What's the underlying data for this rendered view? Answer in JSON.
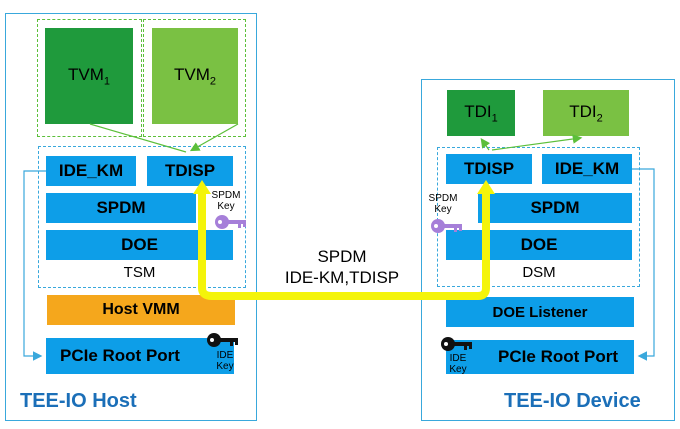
{
  "host": {
    "title": "TEE-IO Host",
    "tvm1": {
      "base": "TVM",
      "sub": "1"
    },
    "tvm2": {
      "base": "TVM",
      "sub": "2"
    },
    "ide_km": "IDE_KM",
    "tdisp": "TDISP",
    "spdm": "SPDM",
    "doe": "DOE",
    "tsm": "TSM",
    "spdm_key": [
      "SPDM",
      "Key"
    ],
    "host_vmm": "Host VMM",
    "root_port": "PCIe Root Port",
    "ide_key": [
      "IDE",
      "Key"
    ]
  },
  "device": {
    "title": "TEE-IO Device",
    "tdi1": {
      "base": "TDI",
      "sub": "1"
    },
    "tdi2": {
      "base": "TDI",
      "sub": "2"
    },
    "tdisp": "TDISP",
    "ide_km": "IDE_KM",
    "spdm": "SPDM",
    "doe": "DOE",
    "dsm": "DSM",
    "spdm_key": [
      "SPDM",
      "Key"
    ],
    "doe_listener": "DOE Listener",
    "root_port": "PCIe Root Port",
    "ide_key": [
      "IDE",
      "Key"
    ]
  },
  "link": {
    "line1": "SPDM",
    "line2": "IDE-KM,TDISP"
  },
  "colors": {
    "frame": "#39a8dc",
    "component": "#0d9ee8",
    "tvm1": "#1f9a3c",
    "tvm2": "#7ac143",
    "vmm": "#f5a71c",
    "path": "#f4f40a",
    "key_purple": "#a67fd9",
    "key_black": "#111111"
  }
}
